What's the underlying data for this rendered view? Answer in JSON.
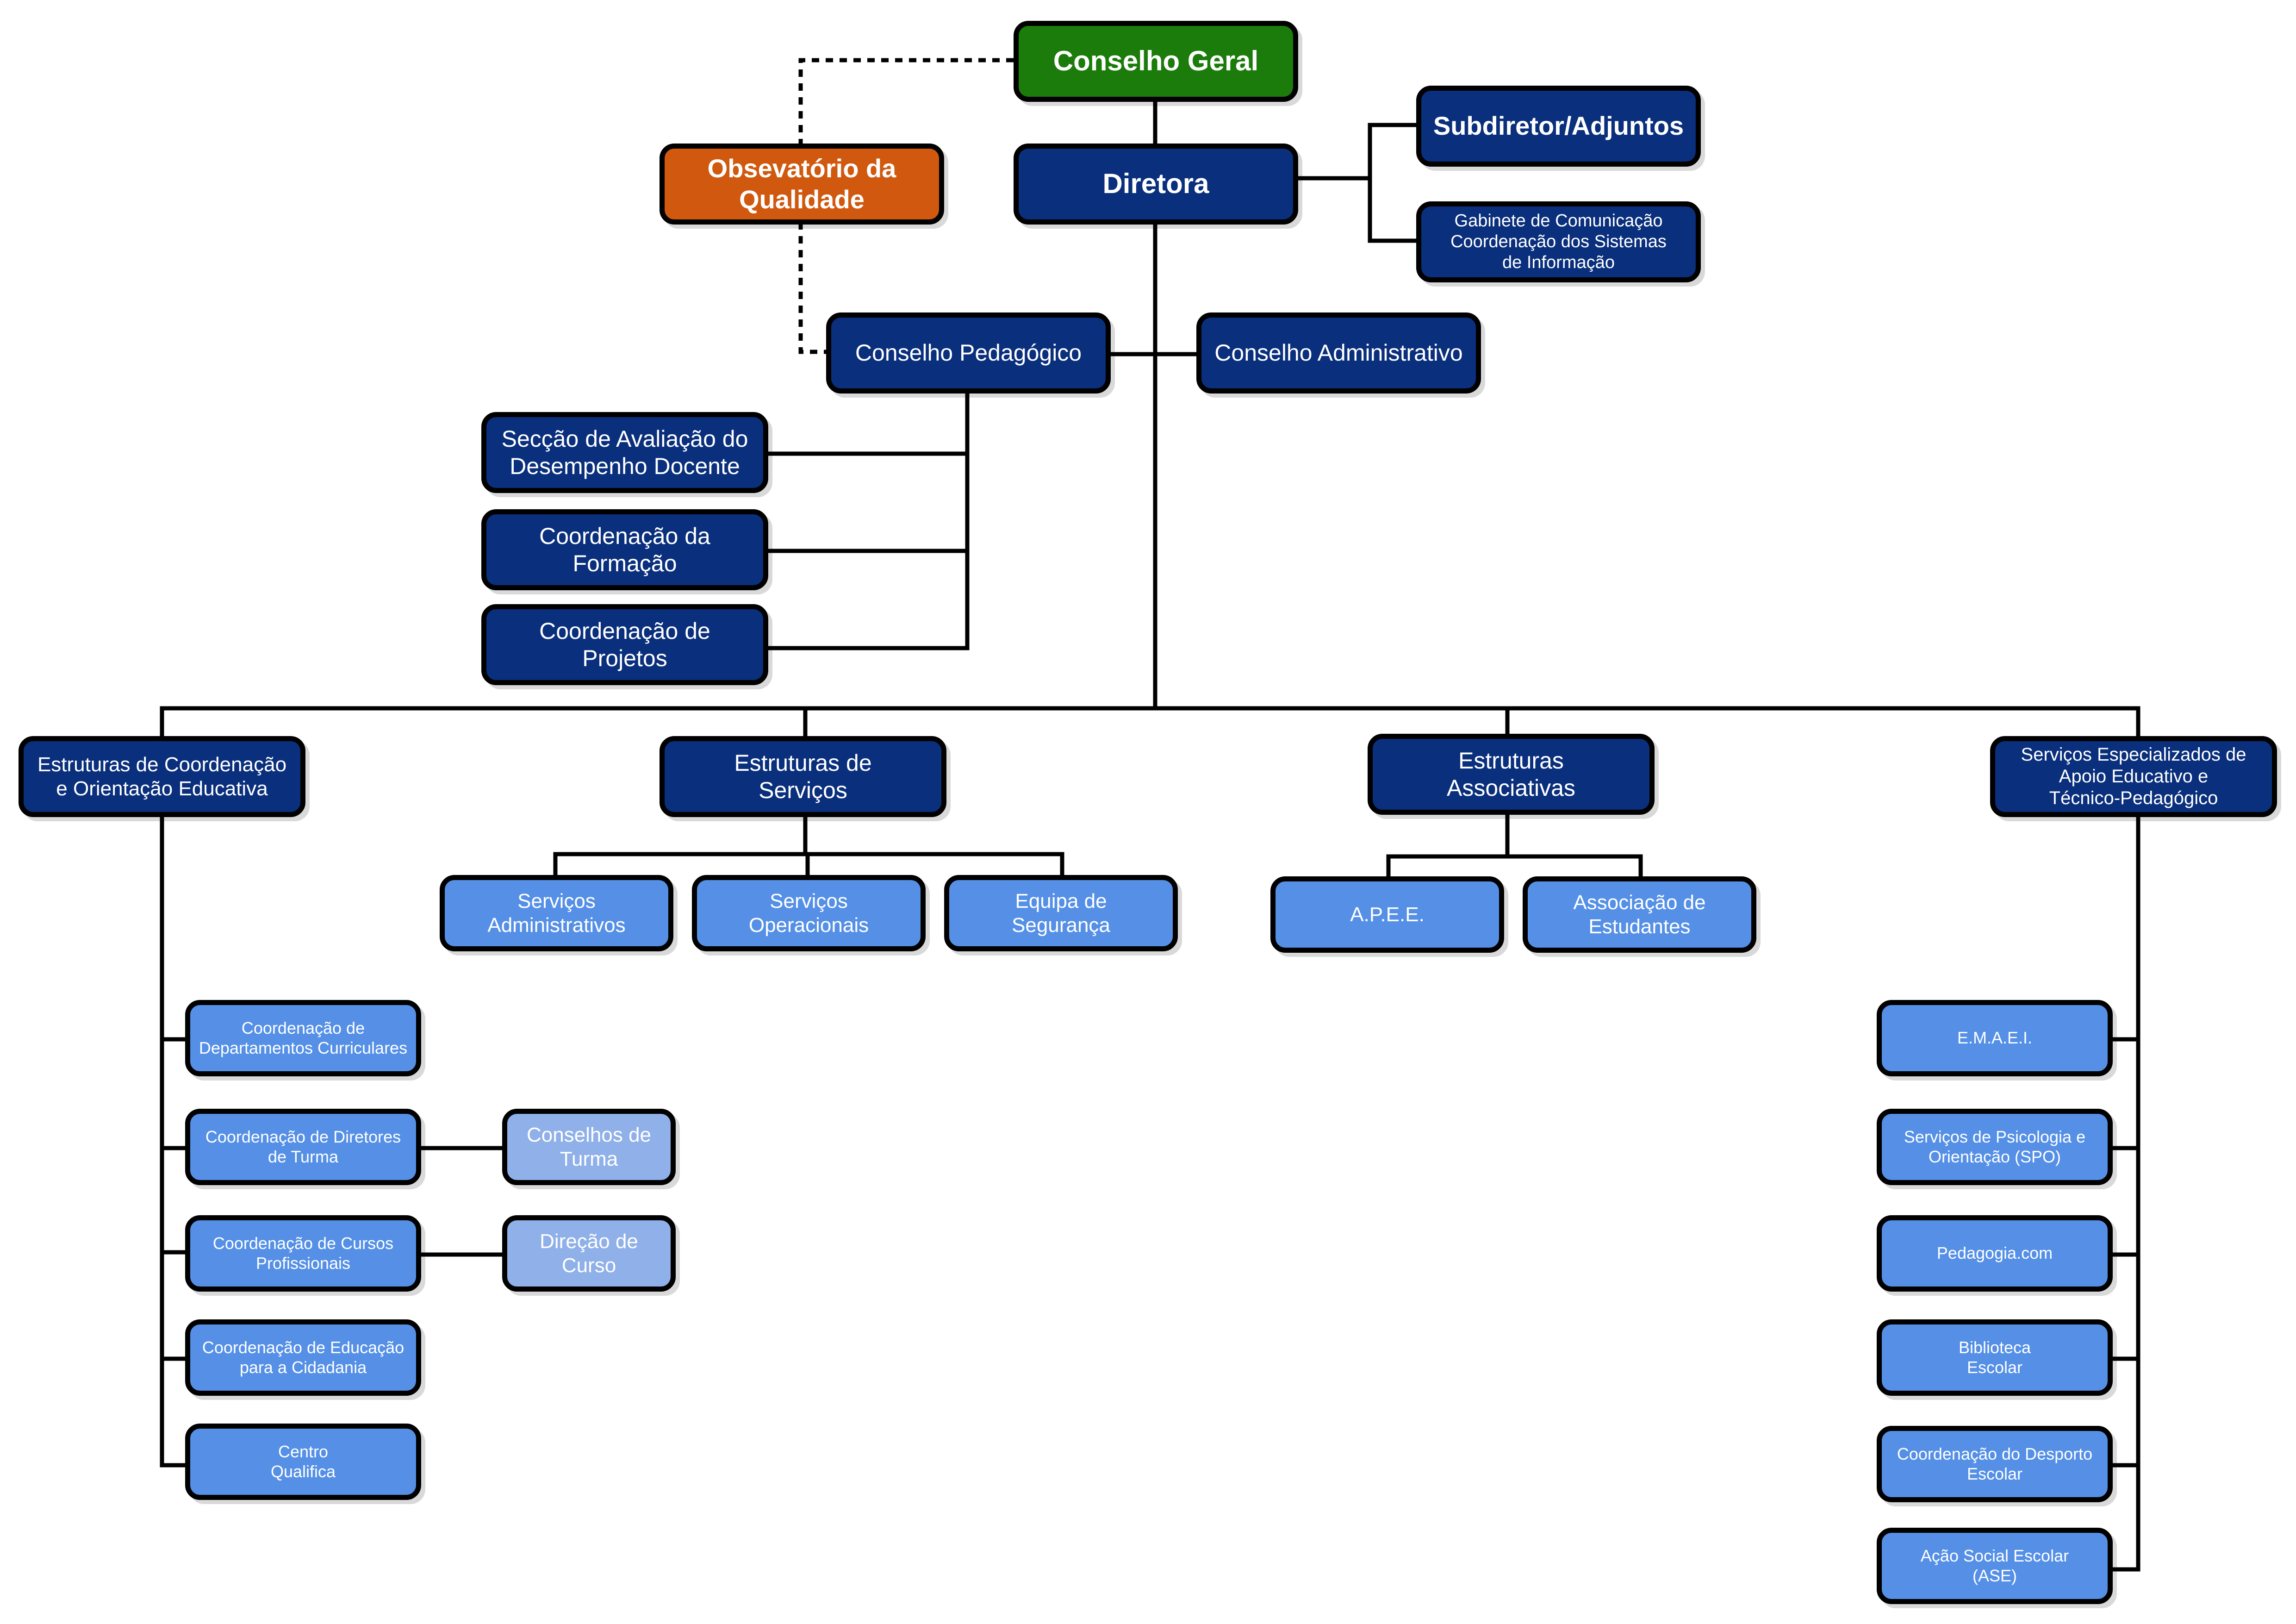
{
  "colors": {
    "conselho_geral": "#1b7c0b",
    "observatorio": "#d0590f",
    "dark_blue": "#0a2f7c",
    "mid_blue": "#5590e6",
    "light_blue": "#8fb0e8",
    "line": "#000000"
  },
  "nodes": {
    "conselho_geral": "Conselho Geral",
    "observatorio": "Obsevatório da\nQualidade",
    "diretora": "Diretora",
    "subdiretor": "Subdiretor/Adjuntos",
    "gabinete": "Gabinete de Comunicação\nCoordenação dos Sistemas\nde Informação",
    "conselho_pedagogico": "Conselho Pedagógico",
    "conselho_administrativo": "Conselho Administrativo",
    "seccao_avaliacao": "Secção de Avaliação do\nDesempenho Docente",
    "coord_formacao": "Coordenação da\nFormação",
    "coord_projetos": "Coordenação de\nProjetos",
    "estruturas_coordenacao": "Estruturas de Coordenação\ne Orientação Educativa",
    "estruturas_servicos": "Estruturas de\nServiços",
    "estruturas_associativas": "Estruturas\nAssociativas",
    "servicos_especializados": "Serviços Especializados de\nApoio Educativo e\nTécnico-Pedagógico",
    "servicos_administrativos": "Serviços\nAdministrativos",
    "servicos_operacionais": "Serviços\nOperacionais",
    "equipa_seguranca": "Equipa de\nSegurança",
    "apee": "A.P.E.E.",
    "associacao_estudantes": "Associação de\nEstudantes",
    "coord_departamentos": "Coordenação de\nDepartamentos Curriculares",
    "coord_diretores_turma": "Coordenação de Diretores\nde Turma",
    "conselhos_turma": "Conselhos de\nTurma",
    "coord_cursos_profissionais": "Coordenação de Cursos\nProfissionais",
    "direcao_curso": "Direção de\nCurso",
    "coord_educacao_cidadania": "Coordenação de Educação\npara a Cidadania",
    "centro_qualifica": "Centro\nQualifica",
    "emaei": "E.M.A.E.I.",
    "spo": "Serviços de Psicologia e\nOrientação (SPO)",
    "pedagogia": "Pedagogia.com",
    "biblioteca": "Biblioteca\nEscolar",
    "desporto_escolar": "Coordenação do Desporto\nEscolar",
    "ase": "Ação Social Escolar\n(ASE)"
  }
}
